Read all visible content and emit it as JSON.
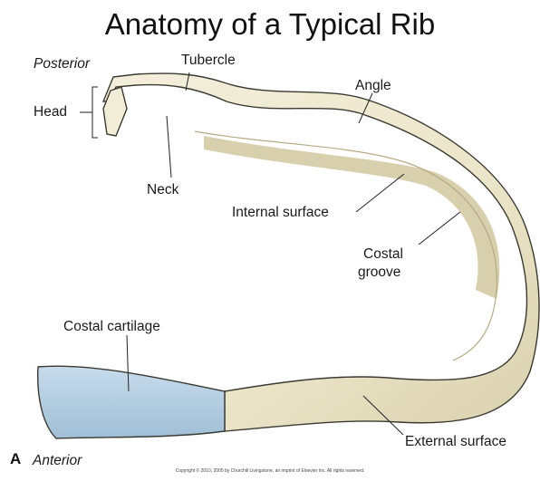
{
  "title": "Anatomy of a Typical Rib",
  "labels": {
    "posterior": "Posterior",
    "anterior": "Anterior",
    "figure_letter": "A",
    "head": "Head",
    "tubercle": "Tubercle",
    "angle": "Angle",
    "neck": "Neck",
    "internal_surface": "Internal surface",
    "costal_groove_line1": "Costal",
    "costal_groove_line2": "groove",
    "costal_cartilage": "Costal cartilage",
    "external_surface": "External surface"
  },
  "copyright": "Copyright © 2010, 2005 by Churchill Livingstone, an imprint of Elsevier Inc. All rights reserved.",
  "colors": {
    "bone": "#ede8cf",
    "bone_shade": "#cfc6a4",
    "bone_outline": "#3a3a32",
    "cartilage": "#b9d3e6",
    "cartilage_shade": "#8fb2cc"
  }
}
